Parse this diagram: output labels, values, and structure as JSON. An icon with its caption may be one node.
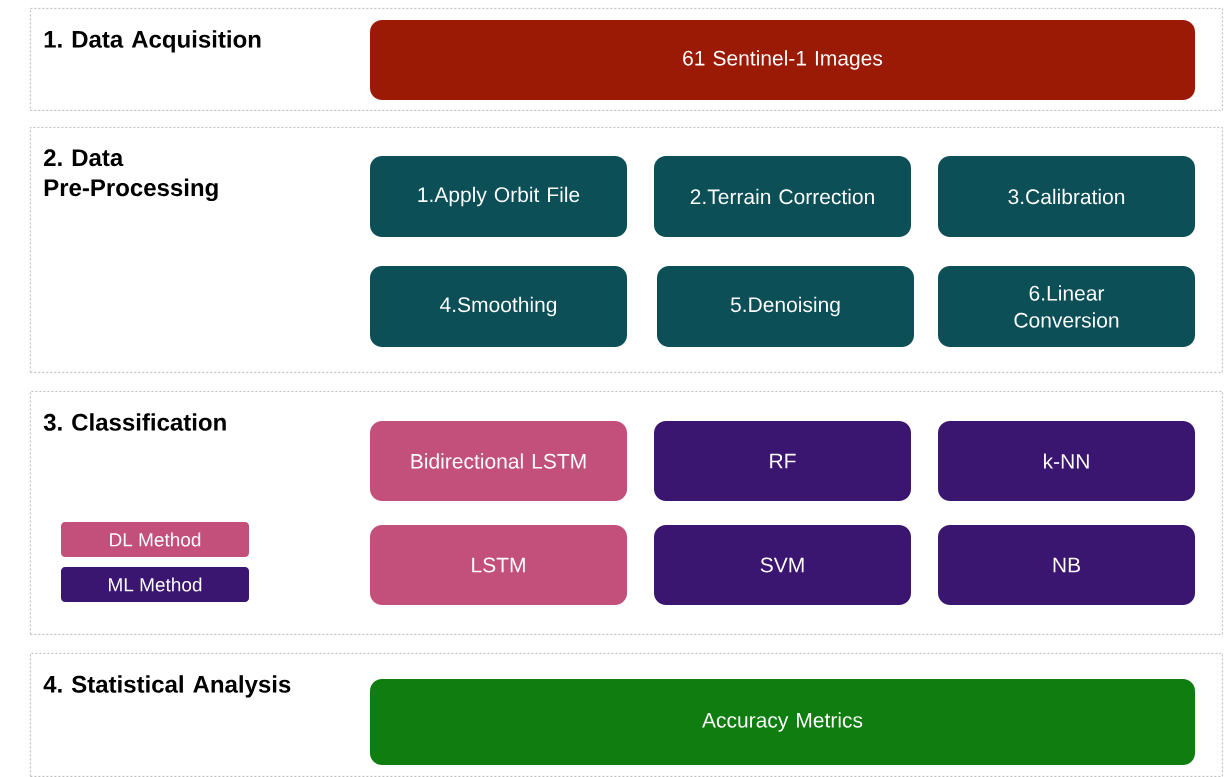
{
  "diagram": {
    "nodes": [
      {
        "text": [
          "1. Data Acquisition"
        ]
      },
      {
        "text": [
          "61 Sentinel-1 Images"
        ],
        "in": 0
      },
      {
        "text": [
          "2. Data Pre-Processing"
        ]
      },
      {
        "text": [
          "1.Apply Orbit File"
        ],
        "in": 2
      },
      {
        "text": [
          "2.Terrain Correction"
        ],
        "in": 2
      },
      {
        "text": [
          "3.Calibration"
        ],
        "in": 2
      },
      {
        "text": [
          "4.Smoothing"
        ],
        "in": 2
      },
      {
        "text": [
          "5.Denoising"
        ],
        "in": 2
      },
      {
        "text": [
          "6.Linear Conversion"
        ],
        "in": 2
      },
      {
        "text": [
          "3. Classification"
        ]
      },
      {
        "text": [
          "Bidirectional LSTM"
        ],
        "in": 9
      },
      {
        "text": [
          "RF"
        ],
        "in": 9
      },
      {
        "text": [
          "k-NN"
        ],
        "in": 9
      },
      {
        "text": [
          "LSTM"
        ],
        "in": 9
      },
      {
        "text": [
          "SVM"
        ],
        "in": 9
      },
      {
        "text": [
          "NB"
        ],
        "in": 9
      },
      {
        "text": [
          "4. Statistical Analysis"
        ]
      },
      {
        "text": [
          "Accuracy Metrics"
        ],
        "in": 16
      }
    ],
    "legend": [
      {
        "text": "DL Method",
        "color": "#c2507a"
      },
      {
        "text": "ML Method",
        "color": "#3b1670"
      }
    ]
  }
}
